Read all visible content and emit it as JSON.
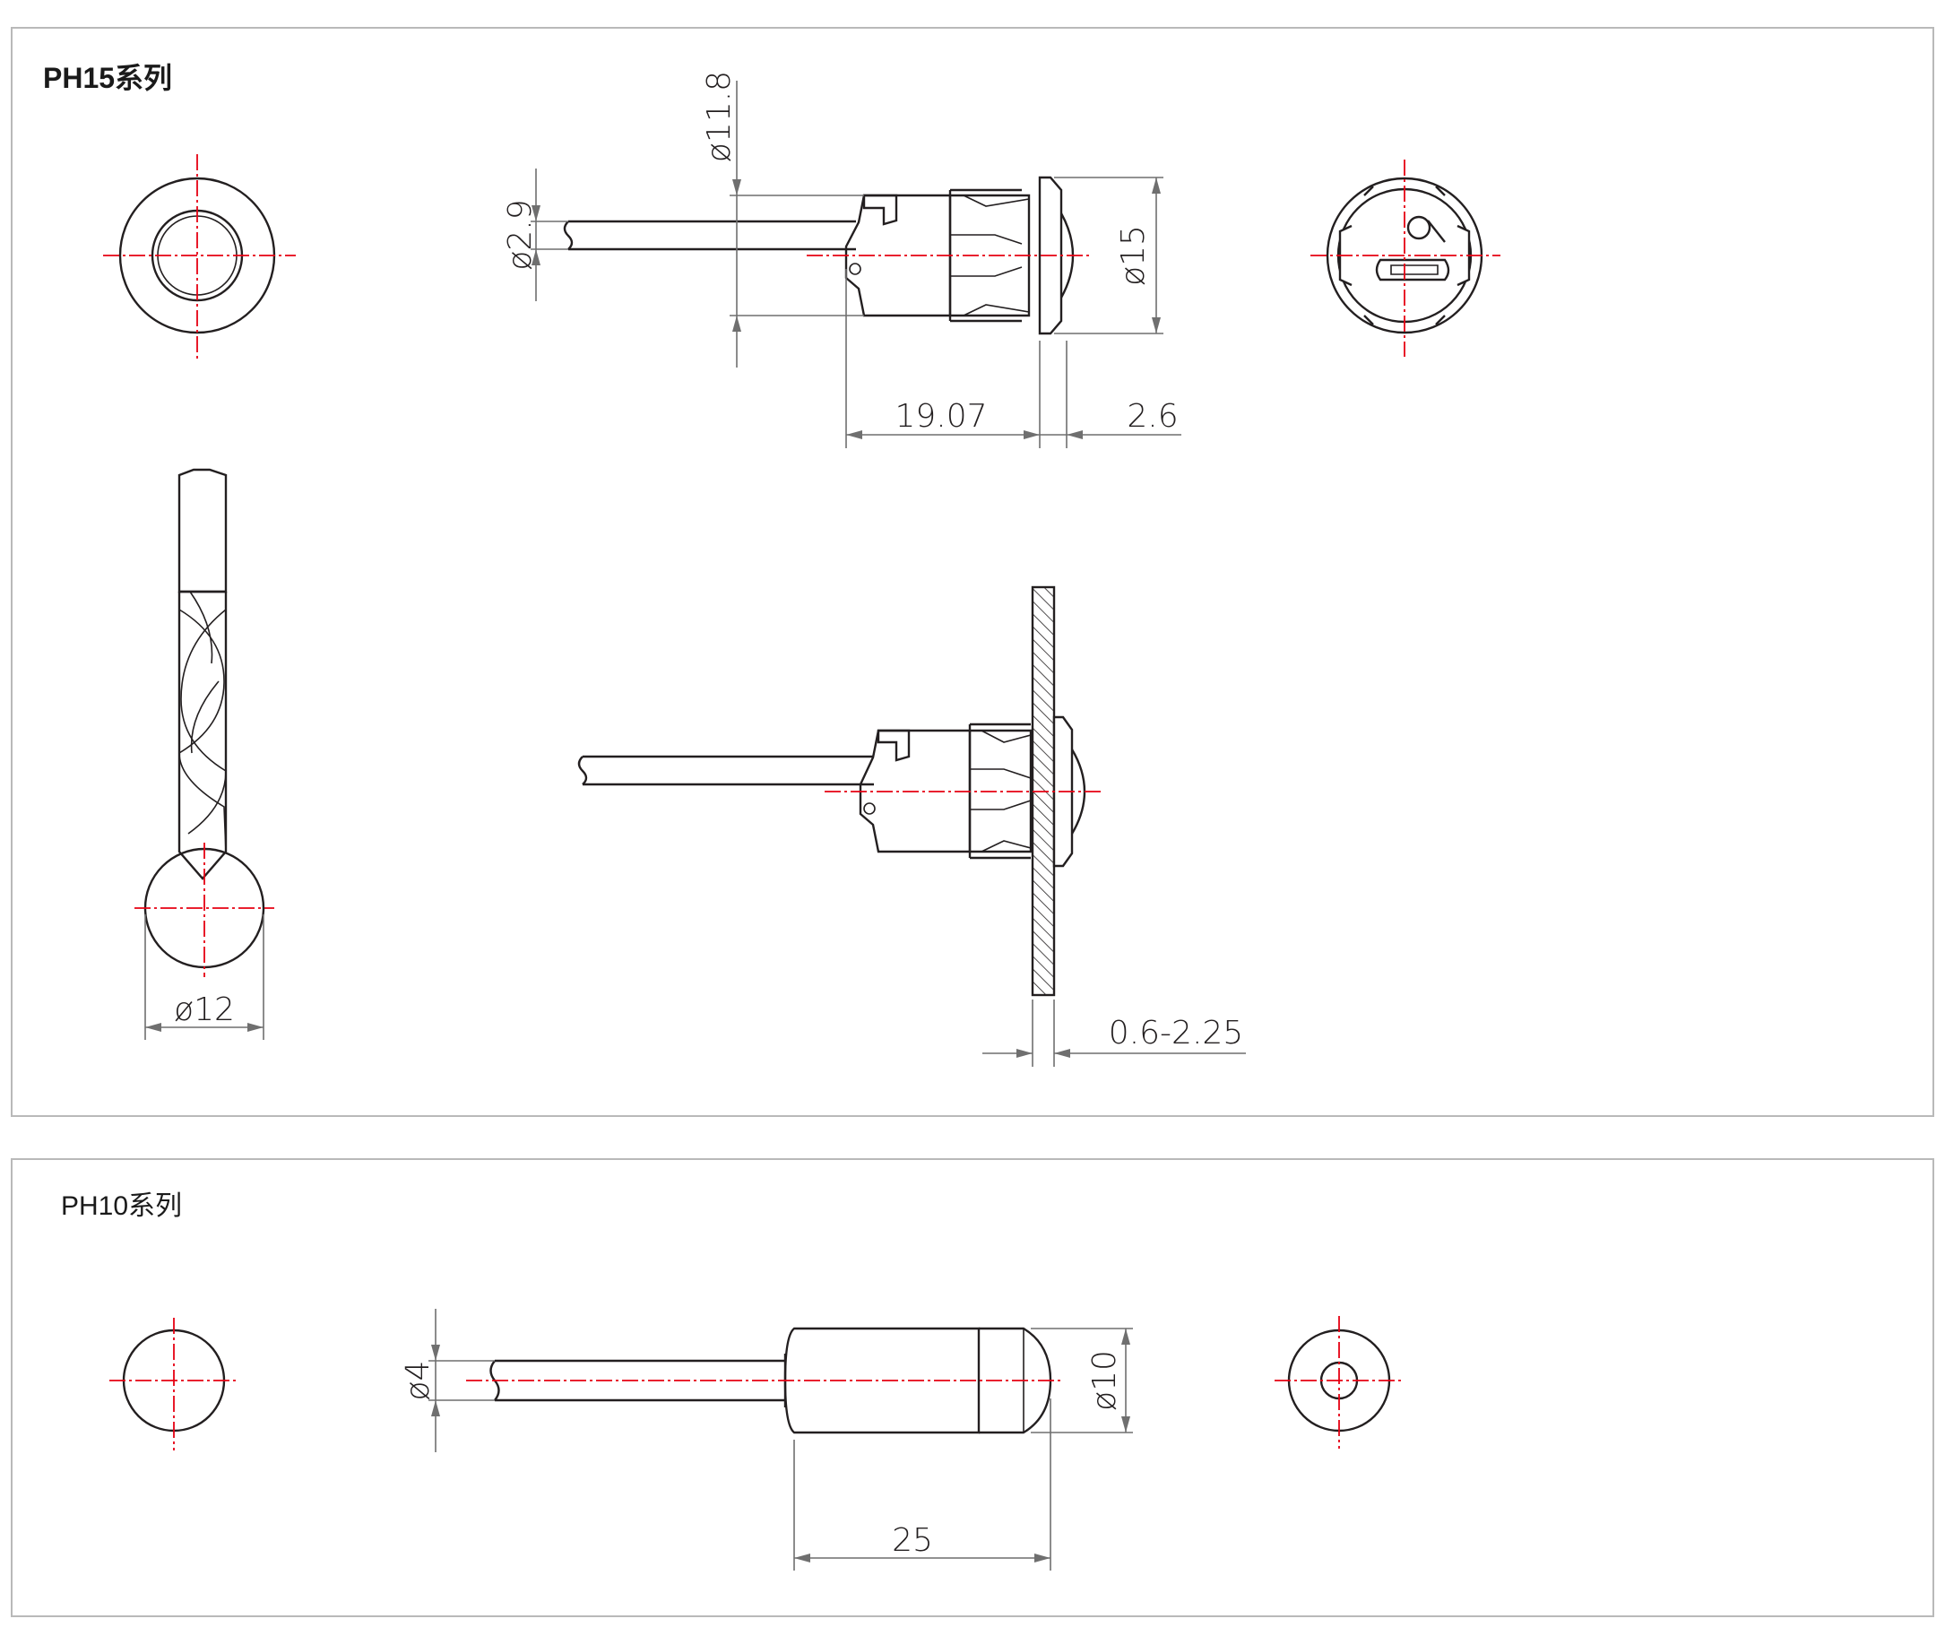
{
  "series_ph15": {
    "title": "PH15系列",
    "dims": {
      "d_cable": "ø2.9",
      "d_body": "ø11.8",
      "d_flange": "ø15",
      "length": "19.07",
      "flange_thickness": "2.6",
      "d_drill": "ø12",
      "panel_thickness": "0.6-2.25"
    }
  },
  "series_ph10": {
    "title": "PH10系列",
    "dims": {
      "d_cable": "ø4",
      "d_body": "ø10",
      "length": "25"
    }
  },
  "colors": {
    "outline": "#231f20",
    "centerline": "#e60012",
    "dimension": "#6f6f6f",
    "frame": "#b9b9b9"
  }
}
